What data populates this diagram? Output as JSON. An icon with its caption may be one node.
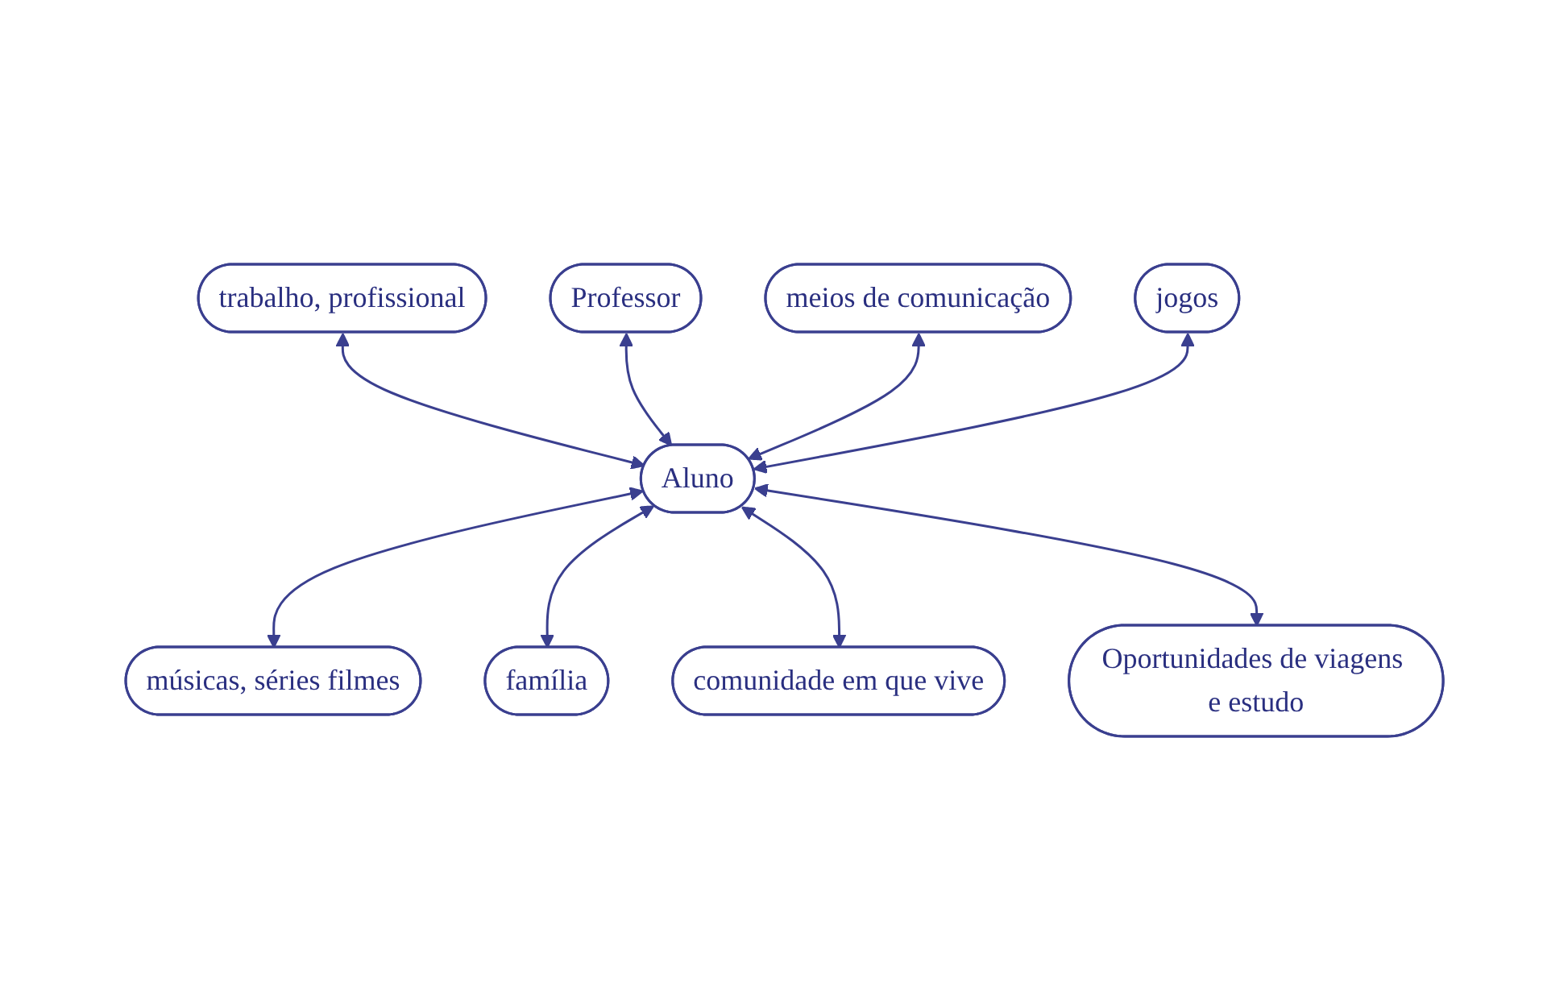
{
  "diagram": {
    "nodes": [
      {
        "text": [
          "trabalho, profissional"
        ]
      },
      {
        "text": [
          "Professor"
        ]
      },
      {
        "text": [
          "meios de comunicação"
        ]
      },
      {
        "text": [
          "jogos"
        ]
      },
      {
        "text": [
          "Aluno"
        ]
      },
      {
        "text": [
          "músicas, séries filmes"
        ]
      },
      {
        "text": [
          "família"
        ]
      },
      {
        "text": [
          "comunidade em que vive"
        ]
      },
      {
        "text": [
          "Oportunidades de viagens e estudo"
        ]
      }
    ],
    "edges": [
      {
        "from": 0,
        "to": 4,
        "arrow": "both"
      },
      {
        "from": 1,
        "to": 4,
        "arrow": "both"
      },
      {
        "from": 2,
        "to": 4,
        "arrow": "both"
      },
      {
        "from": 3,
        "to": 4,
        "arrow": "both"
      },
      {
        "from": 4,
        "to": 5,
        "arrow": "both"
      },
      {
        "from": 4,
        "to": 6,
        "arrow": "both"
      },
      {
        "from": 4,
        "to": 7,
        "arrow": "both"
      },
      {
        "from": 4,
        "to": 8,
        "arrow": "both"
      }
    ]
  }
}
